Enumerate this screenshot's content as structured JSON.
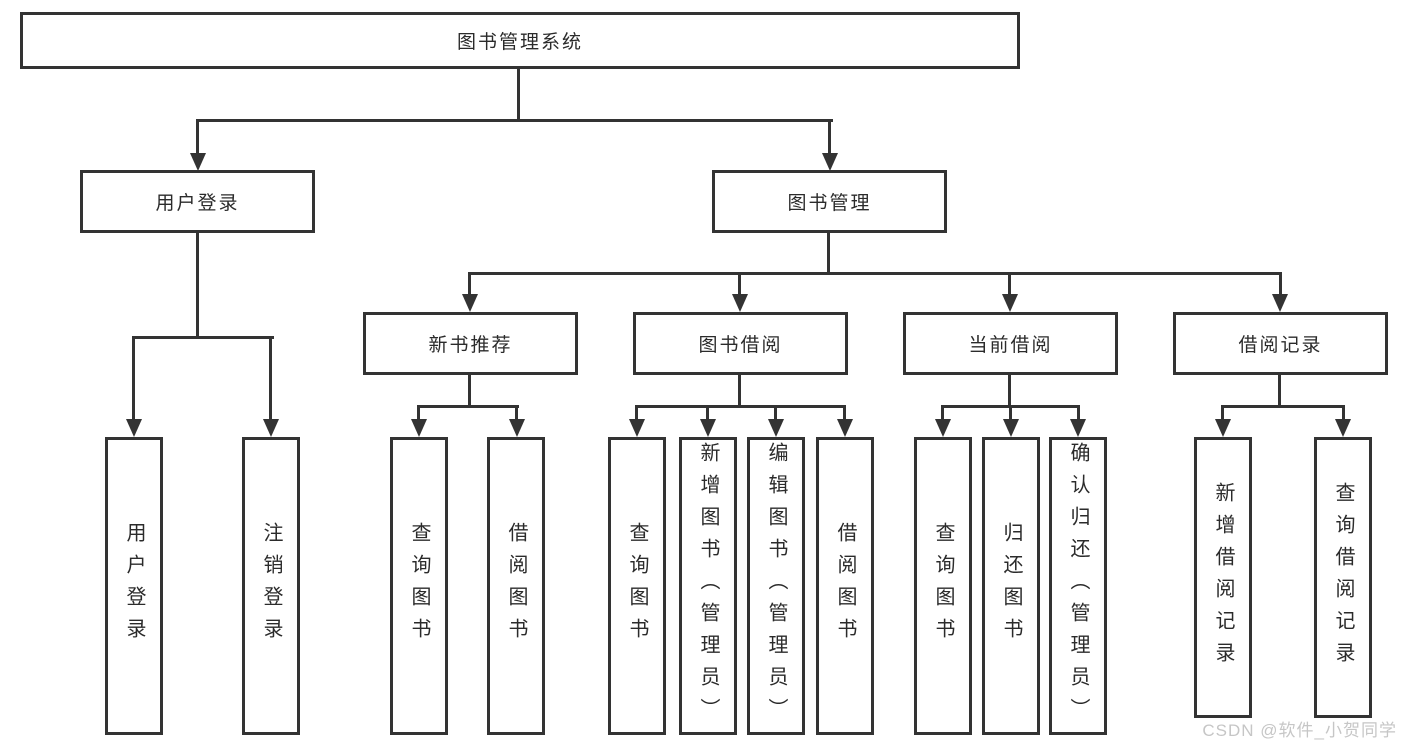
{
  "tree": {
    "label": "图书管理系统",
    "children": [
      {
        "label": "用户登录",
        "children": [
          {
            "label": "用户登录"
          },
          {
            "label": "注销登录"
          }
        ]
      },
      {
        "label": "图书管理",
        "children": [
          {
            "label": "新书推荐",
            "children": [
              {
                "label": "查询图书"
              },
              {
                "label": "借阅图书"
              }
            ]
          },
          {
            "label": "图书借阅",
            "children": [
              {
                "label": "查询图书"
              },
              {
                "label": "新增图书（管理员）"
              },
              {
                "label": "编辑图书（管理员）"
              },
              {
                "label": "借阅图书"
              }
            ]
          },
          {
            "label": "当前借阅",
            "children": [
              {
                "label": "查询图书"
              },
              {
                "label": "归还图书"
              },
              {
                "label": "确认归还（管理员）"
              }
            ]
          },
          {
            "label": "借阅记录",
            "children": [
              {
                "label": "新增借阅记录"
              },
              {
                "label": "查询借阅记录"
              }
            ]
          }
        ]
      }
    ]
  },
  "watermark": {
    "text": "CSDN @软件_小贺同学"
  },
  "colors": {
    "line": "#333333",
    "text": "#2b2b2b",
    "watermark": "#c6c6c6",
    "background": "#ffffff"
  }
}
